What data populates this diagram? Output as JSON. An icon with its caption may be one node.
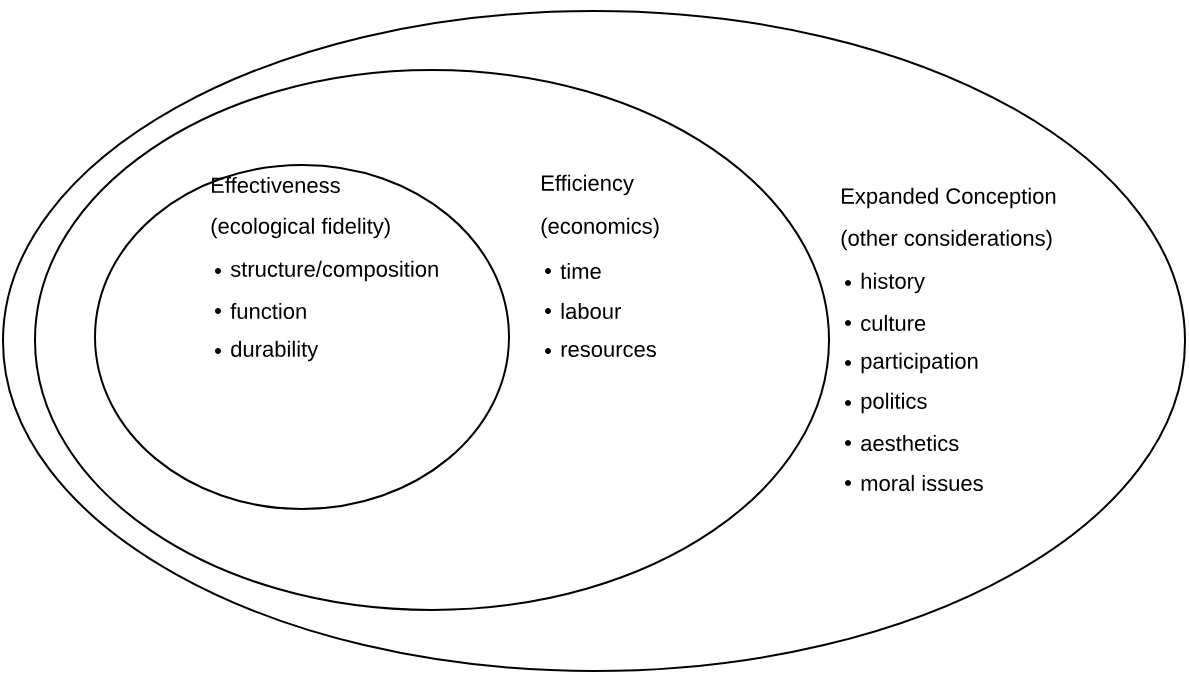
{
  "diagram": {
    "nodes": [
      {
        "text": [
          "Expanded Conception",
          "(other considerations)",
          "history",
          "culture",
          "participation",
          "politics",
          "aesthetics",
          "moral issues"
        ]
      },
      {
        "text": [
          "Efficiency",
          "(economics)",
          "time",
          "labour",
          "resources"
        ],
        "in": 0
      },
      {
        "text": [
          "Effectiveness",
          "(ecological fidelity)",
          "structure/composition",
          "function",
          "durability"
        ],
        "in": 1
      }
    ]
  }
}
